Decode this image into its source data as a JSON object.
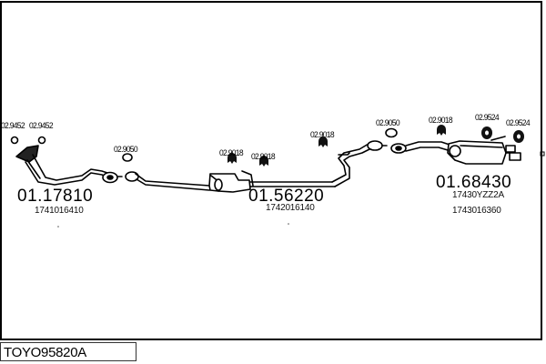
{
  "diagram": {
    "title_code": "TOYO95820A",
    "sections": [
      {
        "part_number": "01.17810",
        "oem_numbers": [
          "1741016410"
        ]
      },
      {
        "part_number": "01.56220",
        "oem_numbers": [
          "1742016140"
        ]
      },
      {
        "part_number": "01.68430",
        "oem_numbers": [
          "17430YZZ2A",
          "1743016360"
        ]
      }
    ],
    "accessories": [
      {
        "code": "02.9452",
        "icon": "gasket-ring-icon"
      },
      {
        "code": "02.9452",
        "icon": "gasket-ring-icon"
      },
      {
        "code": "02.9050",
        "icon": "gasket-ring-icon"
      },
      {
        "code": "02.9018",
        "icon": "rubber-hanger-icon"
      },
      {
        "code": "02.9018",
        "icon": "rubber-hanger-icon"
      },
      {
        "code": "02.9018",
        "icon": "rubber-hanger-icon"
      },
      {
        "code": "02.9050",
        "icon": "gasket-ring-icon"
      },
      {
        "code": "02.9018",
        "icon": "rubber-hanger-icon"
      },
      {
        "code": "02.9524",
        "icon": "rubber-mount-icon"
      },
      {
        "code": "02.9524",
        "icon": "rubber-mount-icon"
      }
    ]
  }
}
